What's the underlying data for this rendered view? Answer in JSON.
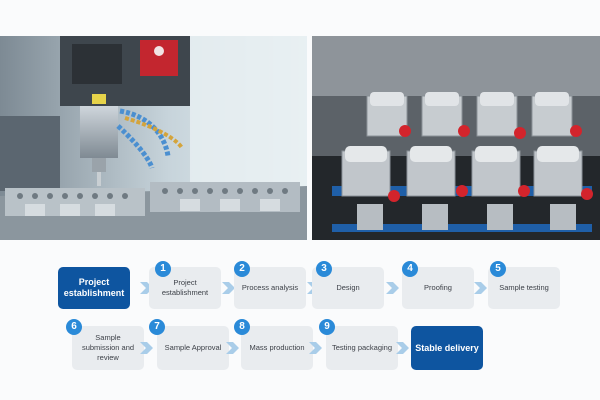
{
  "steps": {
    "start_label": "Project establishment",
    "items": [
      {
        "number": "1",
        "label": "Project establishment"
      },
      {
        "number": "2",
        "label": "Process analysis"
      },
      {
        "number": "3",
        "label": "Design"
      },
      {
        "number": "4",
        "label": "Proofing"
      },
      {
        "number": "5",
        "label": "Sample testing"
      },
      {
        "number": "6",
        "label": "Sample submission and review"
      },
      {
        "number": "7",
        "label": "Sample Approval"
      },
      {
        "number": "8",
        "label": "Mass production"
      },
      {
        "number": "9",
        "label": "Testing packaging"
      }
    ],
    "end_label": "Stable delivery"
  },
  "colors": {
    "primary_blue": "#0e55a0",
    "badge_blue": "#2a8ad8",
    "step_box_gray": "#e9ecef",
    "arrow_light_blue": "#a9cde9"
  },
  "images": {
    "left": "cnc-machining-center",
    "right": "workholding-fixture-parts"
  }
}
